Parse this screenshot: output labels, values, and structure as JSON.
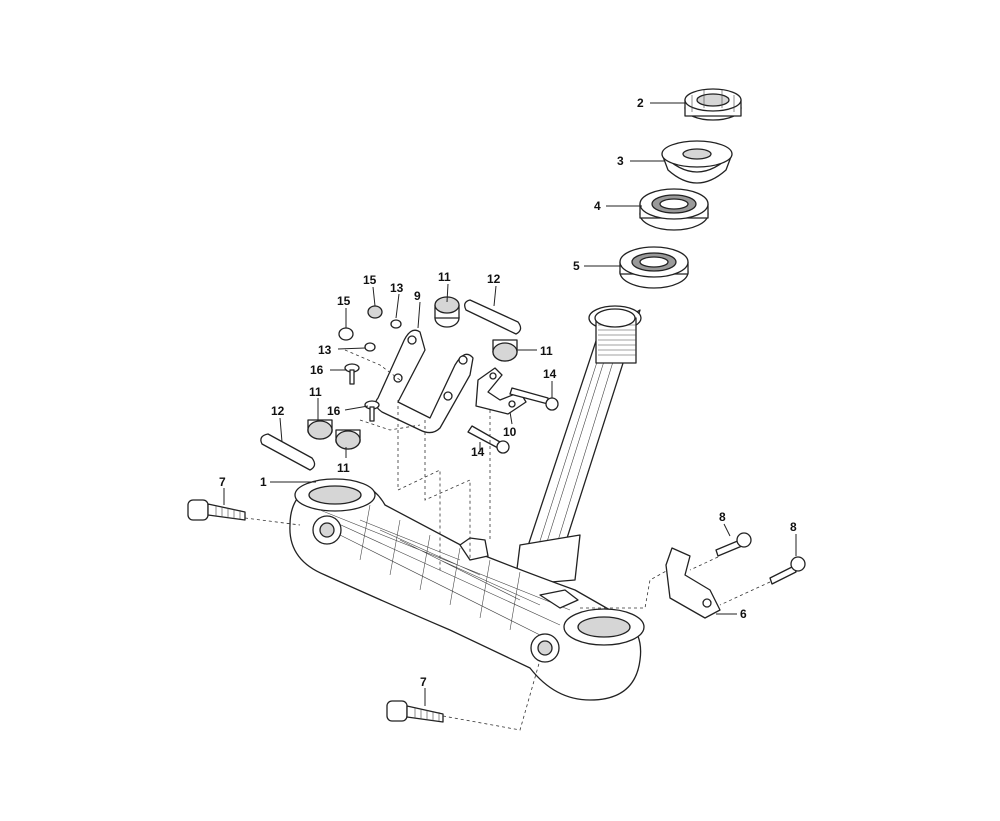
{
  "callouts": [
    {
      "id": "c2",
      "text": "2"
    },
    {
      "id": "c3",
      "text": "3"
    },
    {
      "id": "c4",
      "text": "4"
    },
    {
      "id": "c5",
      "text": "5"
    },
    {
      "id": "c15a",
      "text": "15"
    },
    {
      "id": "c13a",
      "text": "13"
    },
    {
      "id": "c9",
      "text": "9"
    },
    {
      "id": "c11a",
      "text": "11"
    },
    {
      "id": "c12a",
      "text": "12"
    },
    {
      "id": "c15b",
      "text": "15"
    },
    {
      "id": "c13b",
      "text": "13"
    },
    {
      "id": "c11b",
      "text": "11"
    },
    {
      "id": "c16a",
      "text": "16"
    },
    {
      "id": "c14a",
      "text": "14"
    },
    {
      "id": "c11c",
      "text": "11"
    },
    {
      "id": "c16b",
      "text": "16"
    },
    {
      "id": "c12b",
      "text": "12"
    },
    {
      "id": "c10",
      "text": "10"
    },
    {
      "id": "c14b",
      "text": "14"
    },
    {
      "id": "c11d",
      "text": "11"
    },
    {
      "id": "c7a",
      "text": "7"
    },
    {
      "id": "c1",
      "text": "1"
    },
    {
      "id": "c8a",
      "text": "8"
    },
    {
      "id": "c8b",
      "text": "8"
    },
    {
      "id": "c6",
      "text": "6"
    },
    {
      "id": "c7b",
      "text": "7"
    }
  ]
}
